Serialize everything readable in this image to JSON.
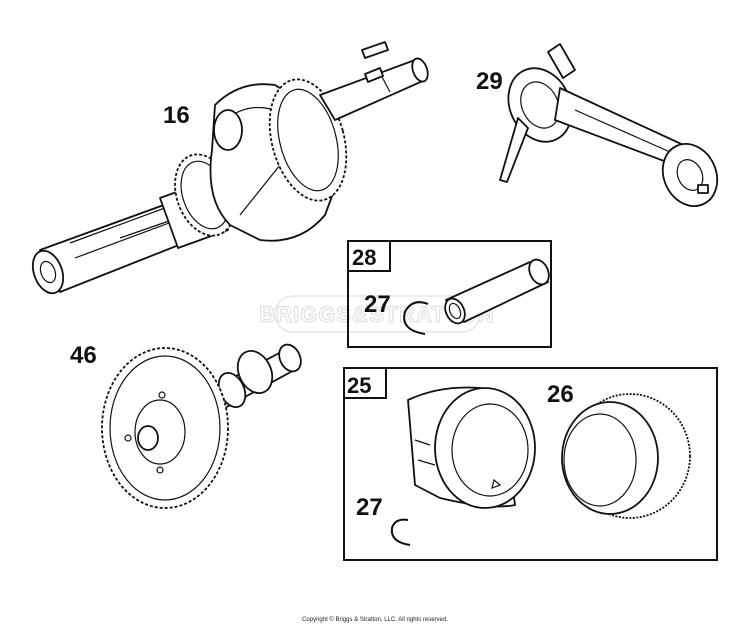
{
  "callouts": {
    "crankshaft": "16",
    "connecting_rod": "29",
    "piston_pin_box": "28",
    "retainer_upper": "27",
    "camshaft": "46",
    "piston_box": "25",
    "piston_rings": "26",
    "retainer_lower": "27"
  },
  "watermark": "BRIGGS&STRATTON",
  "copyright": "Copyright © Briggs & Stratton, LLC. All rights reserved."
}
